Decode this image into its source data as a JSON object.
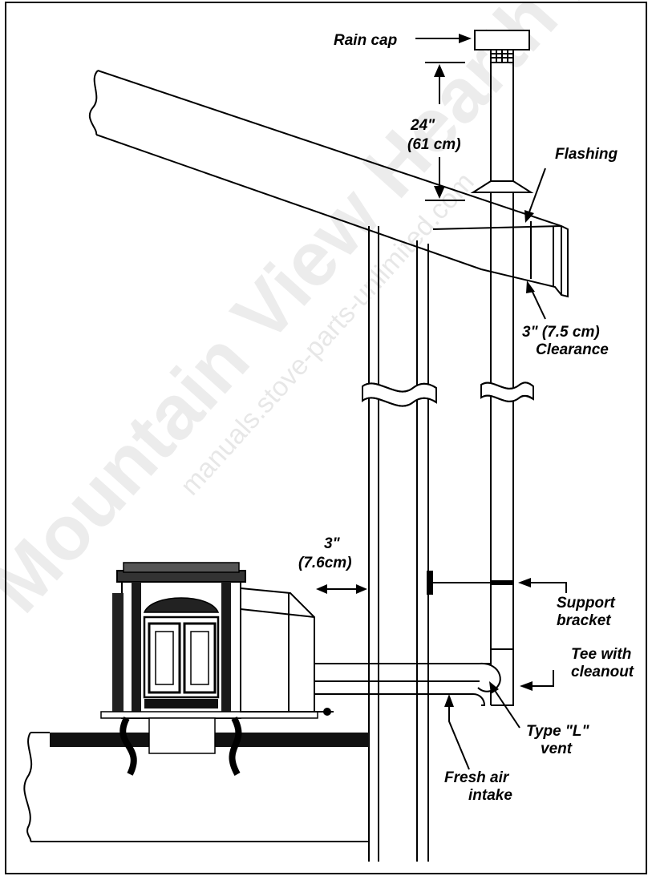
{
  "labels": {
    "rain_cap": "Rain cap",
    "height_in": "24\"",
    "height_cm": "(61 cm)",
    "flashing": "Flashing",
    "clearance_line1": "3\" (7.5 cm)",
    "clearance_line2": "Clearance",
    "gap_in": "3\"",
    "gap_cm": "(7.6cm)",
    "support_line1": "Support",
    "support_line2": "bracket",
    "tee_line1": "Tee with",
    "tee_line2": "cleanout",
    "typel_line1": "Type \"L\"",
    "typel_line2": "vent",
    "fresh_line1": "Fresh air",
    "fresh_line2": "intake"
  },
  "watermark": {
    "brand": "Mountain View Hearth P",
    "site": "manuals.stove-parts-unlimited.com"
  }
}
